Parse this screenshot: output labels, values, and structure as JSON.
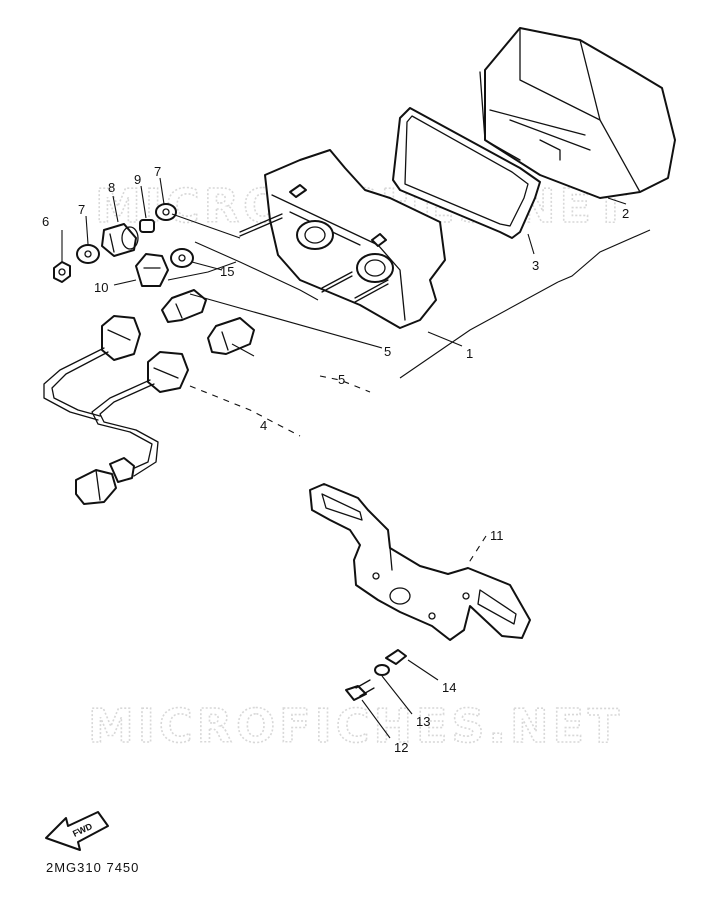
{
  "watermark": {
    "top": "MICROFICHES.NET",
    "bottom": "MICROFICHES.NET"
  },
  "callouts": {
    "p1": "1",
    "p2": "2",
    "p3": "3",
    "p4": "4",
    "p5a": "5",
    "p5b": "5",
    "p6": "6",
    "p7a": "7",
    "p7b": "7",
    "p8": "8",
    "p9": "9",
    "p10": "10",
    "p11": "11",
    "p12": "12",
    "p13": "13",
    "p14": "14",
    "p15": "15"
  },
  "fwd_arrow": {
    "label": "FWD"
  },
  "diagram_code": "2MG310 7450"
}
